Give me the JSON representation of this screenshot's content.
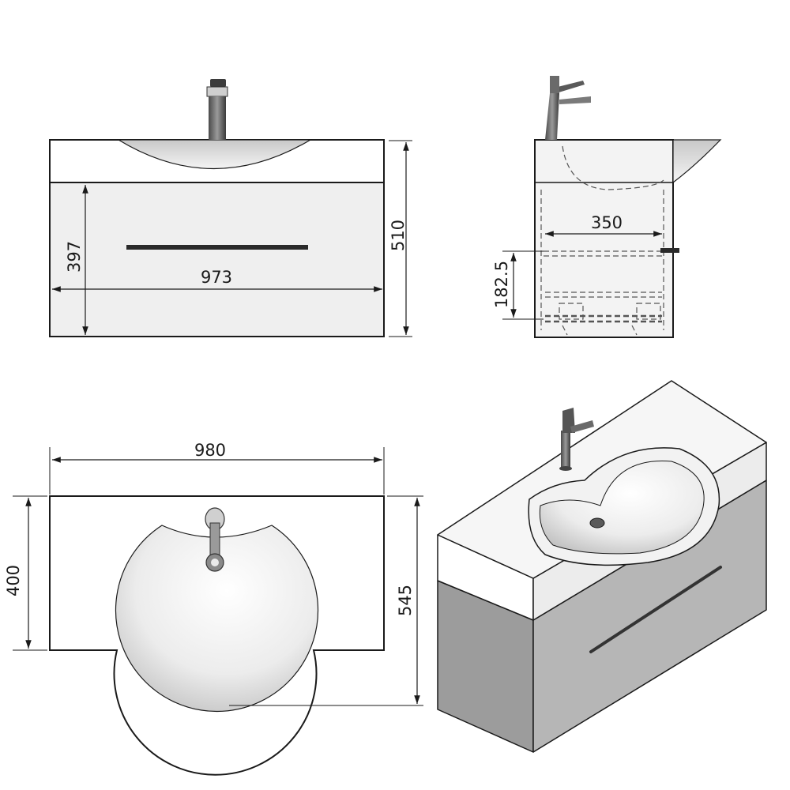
{
  "dimensions": {
    "front_width": "973",
    "front_height": "510",
    "front_drawer_height": "397",
    "side_depth": "350",
    "side_shelf_height": "182.5",
    "top_width": "980",
    "top_depth": "400",
    "top_total_depth": "545"
  },
  "colors": {
    "line": "#1a1a1a",
    "counter": "#ffffff",
    "cabinet_front": "#efefef",
    "iso_side": "#9c9c9c",
    "iso_front": "#b6b6b6",
    "iso_top": "#f6f6f6"
  }
}
